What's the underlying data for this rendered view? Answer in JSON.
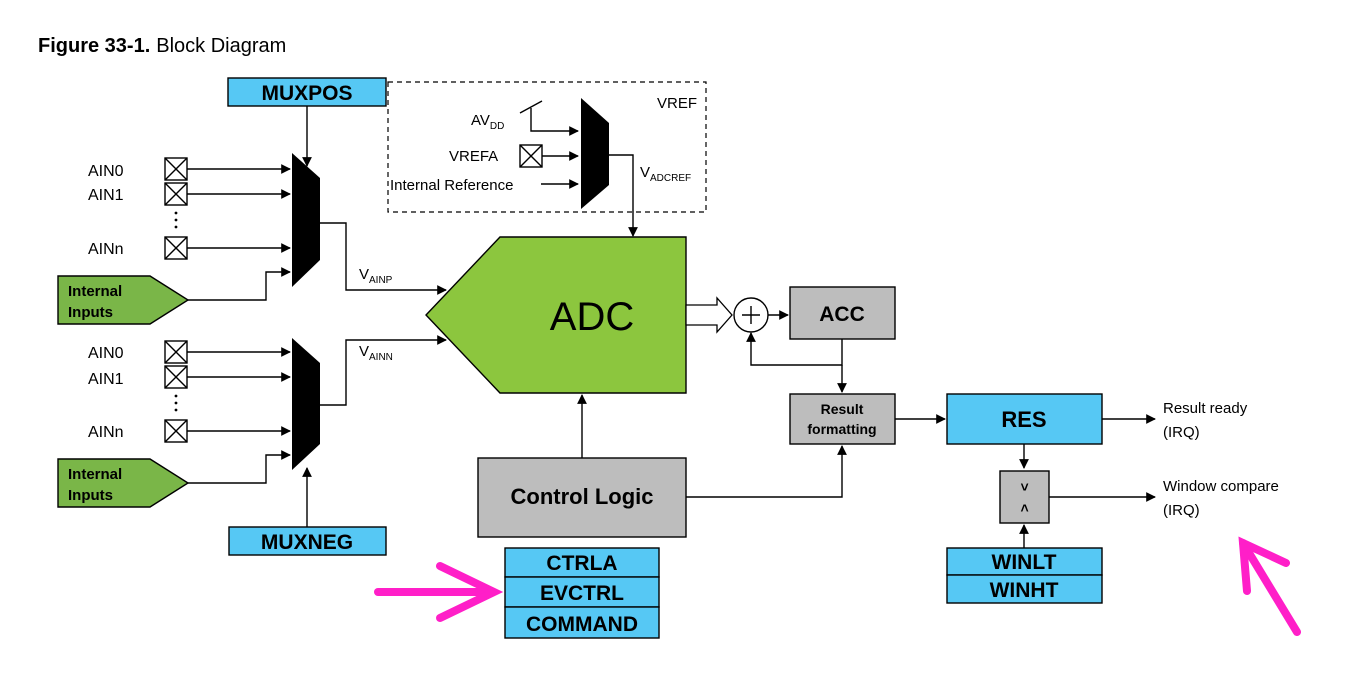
{
  "caption": {
    "label": "Figure 33-1.",
    "text": "Block Diagram"
  },
  "registers": {
    "muxpos": "MUXPOS",
    "muxneg": "MUXNEG",
    "ctrla": "CTRLA",
    "evctrl": "EVCTRL",
    "command": "COMMAND",
    "res": "RES",
    "winlt": "WINLT",
    "winht": "WINHT"
  },
  "pos_inputs": {
    "ain0": "AIN0",
    "ain1": "AIN1",
    "ainn": "AINn"
  },
  "neg_inputs": {
    "ain0": "AIN0",
    "ain1": "AIN1",
    "ainn": "AINn"
  },
  "internal_inputs": {
    "line1": "Internal",
    "line2": "Inputs"
  },
  "vref": {
    "title": "VREF",
    "avdd_main": "AV",
    "avdd_sub": "DD",
    "vrefa": "VREFA",
    "internal_ref": "Internal Reference",
    "vadcref_main": "V",
    "vadcref_sub": "ADCREF"
  },
  "signals": {
    "vainp_main": "V",
    "vainp_sub": "AINP",
    "vainn_main": "V",
    "vainn_sub": "AINN"
  },
  "blocks": {
    "adc": "ADC",
    "acc": "ACC",
    "control_logic": "Control Logic",
    "result_fmt_1": "Result",
    "result_fmt_2": "formatting",
    "compare_gt": ">",
    "compare_lt": "<"
  },
  "outputs": {
    "result_ready": "Result ready",
    "result_irq": "(IRQ)",
    "window_compare": "Window compare",
    "window_irq": "(IRQ)"
  },
  "colors": {
    "register_blue": "#56c8f4",
    "adc_green": "#8cc63e",
    "internal_green": "#7ab648",
    "block_grey": "#bdbdbd",
    "annotation_magenta": "#ff1fc8"
  }
}
